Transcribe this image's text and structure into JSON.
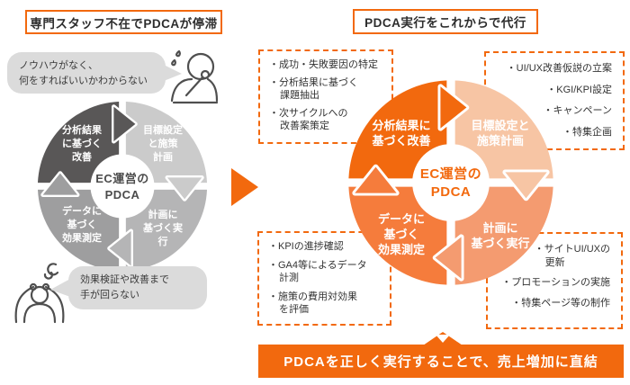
{
  "colors": {
    "accent_orange": "#F2690E",
    "orange_mid": "#F57C3C",
    "orange_salmon": "#F49B70",
    "orange_peach": "#F7C5A4",
    "gray_dark": "#595757",
    "gray_light": "#CBCBCB",
    "gray_mid": "#9E9E9F",
    "gray_soft": "#B5B5B6",
    "bubble_gray": "#DBDBDB"
  },
  "left_panel": {
    "title": "専門スタッフ不在でPDCAが停滞",
    "bubble_top": "ノウハウがなく、\n何をすればいいかわからない",
    "bubble_bottom": "効果検証や改善まで\n手が回らない",
    "circle": {
      "center": "EC運営の\nPDCA",
      "quadrant_act": "分析結果\nに基づく\n改善",
      "quadrant_plan": "目標設定\nと施策\n計画",
      "quadrant_do": "計画に\n基づく実\n行",
      "quadrant_check": "データに\n基づく\n効果測定"
    }
  },
  "right_panel": {
    "title": "PDCA実行をこれからで代行",
    "circle": {
      "center": "EC運営の\nPDCA",
      "quadrant_act": "分析結果に\n基づく改善",
      "quadrant_plan": "目標設定と\n施策計画",
      "quadrant_do": "計画に\n基づく実行",
      "quadrant_check": "データに\n基づく\n効果測定"
    },
    "box_act": {
      "items": [
        "・成功・失敗要因の特定",
        "・分析結果に基づく\n課題抽出",
        "・次サイクルへの\n改善案策定"
      ]
    },
    "box_plan": {
      "items": [
        "・UI/UX改善仮説の立案",
        "・KGI/KPI設定",
        "・キャンペーン",
        "・特集企画"
      ]
    },
    "box_check": {
      "items": [
        "・KPIの進捗確認",
        "・GA4等によるデータ\n計測",
        "・施策の費用対効果\nを評価"
      ]
    },
    "box_do": {
      "items": [
        "・サイトUI/UXの\n更新",
        "・プロモーションの実施",
        "・特集ページ等の制作"
      ]
    }
  },
  "banner": {
    "text": "PDCAを正しく実行することで、売上増加に直結"
  }
}
